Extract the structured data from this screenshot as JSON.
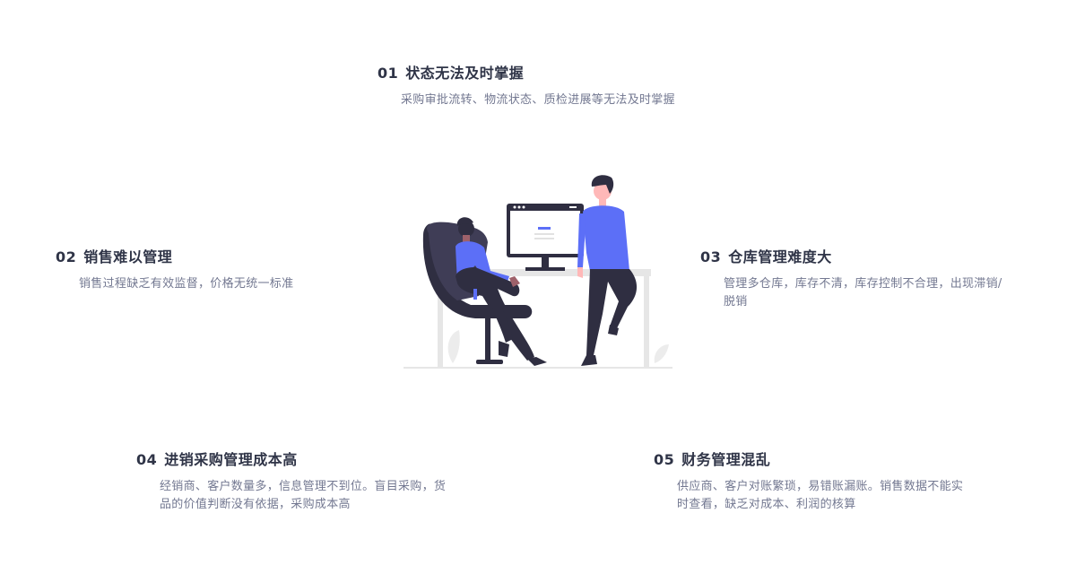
{
  "points": [
    {
      "num": "01",
      "title": "状态无法及时掌握",
      "desc": "采购审批流转、物流状态、质检进展等无法及时掌握"
    },
    {
      "num": "02",
      "title": "销售难以管理",
      "desc": "销售过程缺乏有效监督，价格无统一标准"
    },
    {
      "num": "03",
      "title": "仓库管理难度大",
      "desc": "管理多仓库，库存不清，库存控制不合理，出现滞销/脱销"
    },
    {
      "num": "04",
      "title": "进销采购管理成本高",
      "desc": "经销商、客户数量多，信息管理不到位。盲目采购，货品的价值判断没有依据，采购成本高"
    },
    {
      "num": "05",
      "title": "财务管理混乱",
      "desc": "供应商、客户对账繁琐，易错账漏账。销售数据不能实时查看，缺乏对成本、利润的核算"
    }
  ],
  "colors": {
    "accent": "#5c6ff7",
    "dark": "#2f2e41",
    "text": "#2f3447",
    "muted": "#737891"
  },
  "illustration": "people-at-desk-computer"
}
